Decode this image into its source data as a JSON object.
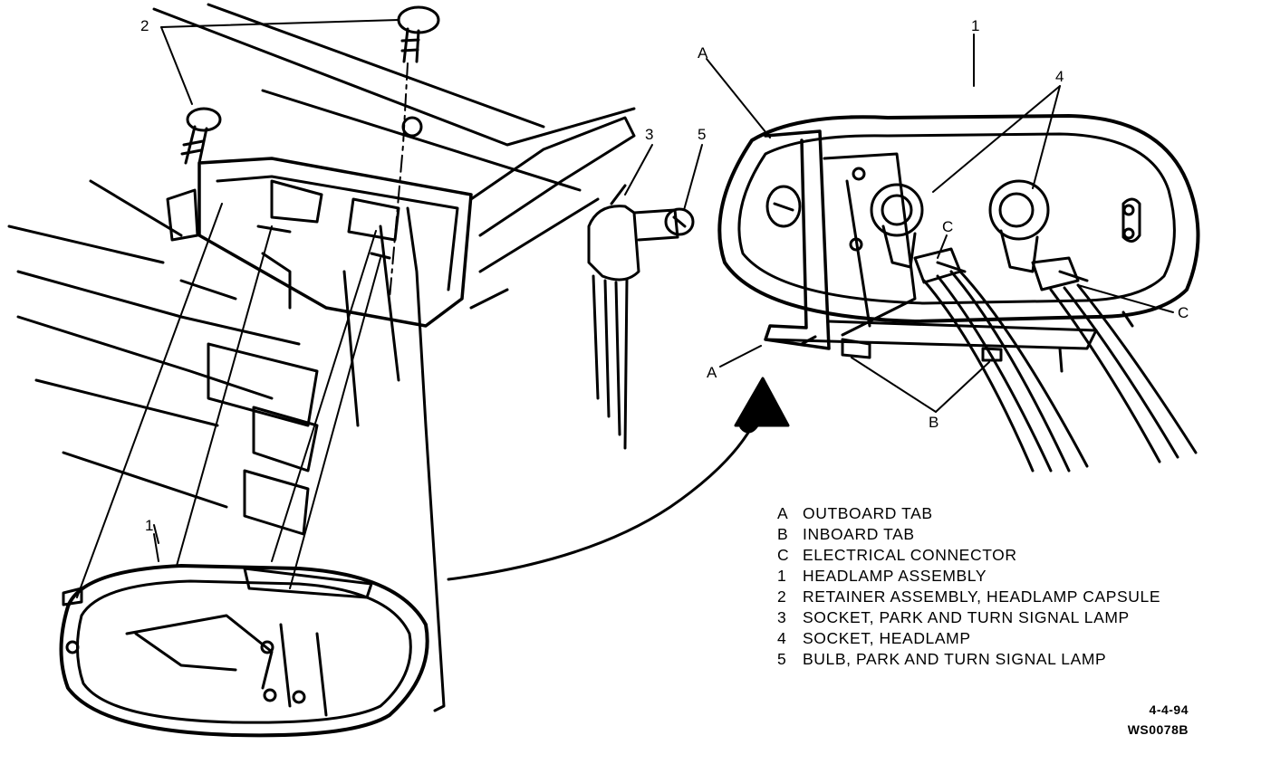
{
  "callouts": {
    "retainer_left": "2",
    "assembly_left": "1",
    "socket_park_turn": "3",
    "bulb_park_turn": "5",
    "outboard_tab_top": "A",
    "assembly_right": "1",
    "socket_headlamp": "4",
    "connector_left": "C",
    "connector_right": "C",
    "outboard_tab_bottom": "A",
    "inboard_tab": "B"
  },
  "legend": [
    {
      "key": "A",
      "text": "OUTBOARD TAB"
    },
    {
      "key": "B",
      "text": "INBOARD TAB"
    },
    {
      "key": "C",
      "text": "ELECTRICAL CONNECTOR"
    },
    {
      "key": "1",
      "text": "HEADLAMP ASSEMBLY"
    },
    {
      "key": "2",
      "text": "RETAINER ASSEMBLY, HEADLAMP CAPSULE"
    },
    {
      "key": "3",
      "text": "SOCKET, PARK AND TURN SIGNAL LAMP"
    },
    {
      "key": "4",
      "text": "SOCKET, HEADLAMP"
    },
    {
      "key": "5",
      "text": "BULB, PARK AND TURN SIGNAL LAMP"
    }
  ],
  "footer": {
    "date": "4-4-94",
    "code": "WS0078B"
  }
}
